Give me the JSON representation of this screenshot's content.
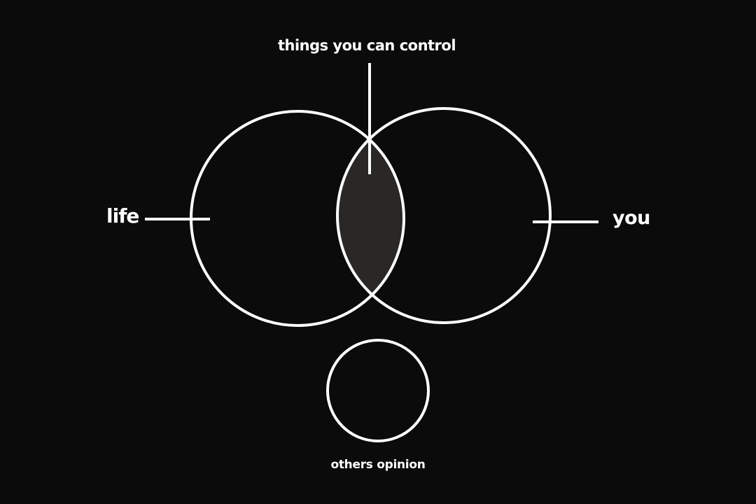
{
  "diagram": {
    "labels": {
      "intersection": "things you can control",
      "left_circle": "life",
      "right_circle": "you",
      "separate_circle": "others opinion"
    },
    "colors": {
      "background": "#0b0b0b",
      "stroke": "#ffffff",
      "intersection_fill": "#2a2826",
      "text": "#ffffff"
    }
  }
}
